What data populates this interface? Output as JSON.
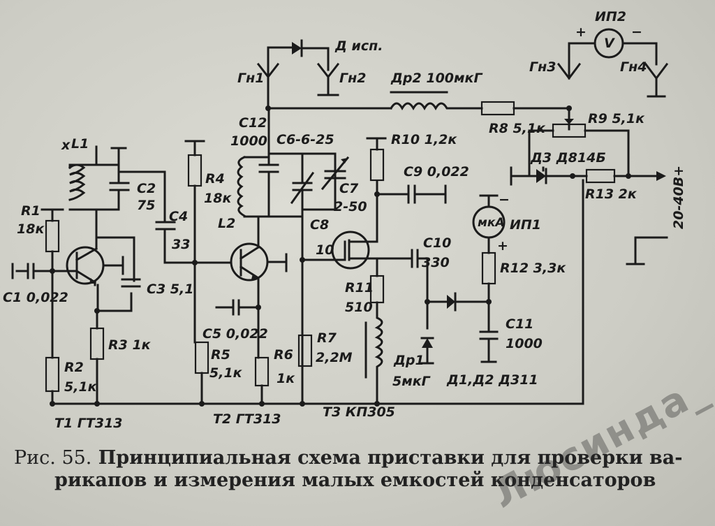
{
  "caption": {
    "prefix": "Рис. 55.",
    "line1": "Принципиальная схема приставки для проверки ва-",
    "line2": "рикапов и измерения малых емкостей конденсаторов"
  },
  "watermark": "Люсинда_",
  "labels": {
    "L1": "L1",
    "x": "x",
    "R1": "R1",
    "R1v": "18к",
    "C1": "C1 0,022",
    "R2": "R2",
    "R2v": "5,1к",
    "C2": "C2",
    "C2v": "75",
    "C3": "C3 5,1",
    "R3": "R3 1к",
    "T1": "T1 ГТ313",
    "C4": "C4",
    "C4v": "33",
    "R4": "R4",
    "R4v": "18к",
    "C5": "C5 0,022",
    "R5": "R5",
    "R5v": "5,1к",
    "R6": "R6",
    "R6v": "1к",
    "T2": "T2 ГТ313",
    "C12": "C12",
    "C12v": "1000",
    "L2": "L2",
    "C6": "C6-6-25",
    "C7": "C7",
    "C7v": "2-50",
    "C8": "C8",
    "R7": "R7",
    "R7v": "2,2М",
    "T3": "T3 КП305",
    "n10": "10",
    "Gn1": "Гн1",
    "Gn2": "Гн2",
    "Gn3": "Гн3",
    "Gn4": "Гн4",
    "Dtest": "Д исп.",
    "Dr2": "Др2 100мкГ",
    "R8": "R8 5,1к",
    "R9": "R9 5,1к",
    "IP2": "ИП2",
    "V": "V",
    "plus": "+",
    "minus": "−",
    "D3": "Д3 Д814Б",
    "R13": "R13 2к",
    "supply": "20-40В+",
    "R10": "R10 1,2к",
    "C9": "C9 0,022",
    "C10": "C10",
    "C10v": "330",
    "R11": "R11",
    "R11v": "510",
    "Dr1": "Др1",
    "Dr1v": "5мкГ",
    "IP1": "ИП1",
    "mkA": "мкА",
    "R12": "R12 3,3к",
    "C11": "C11",
    "C11v": "1000",
    "D12": "Д1,Д2 Д311"
  }
}
